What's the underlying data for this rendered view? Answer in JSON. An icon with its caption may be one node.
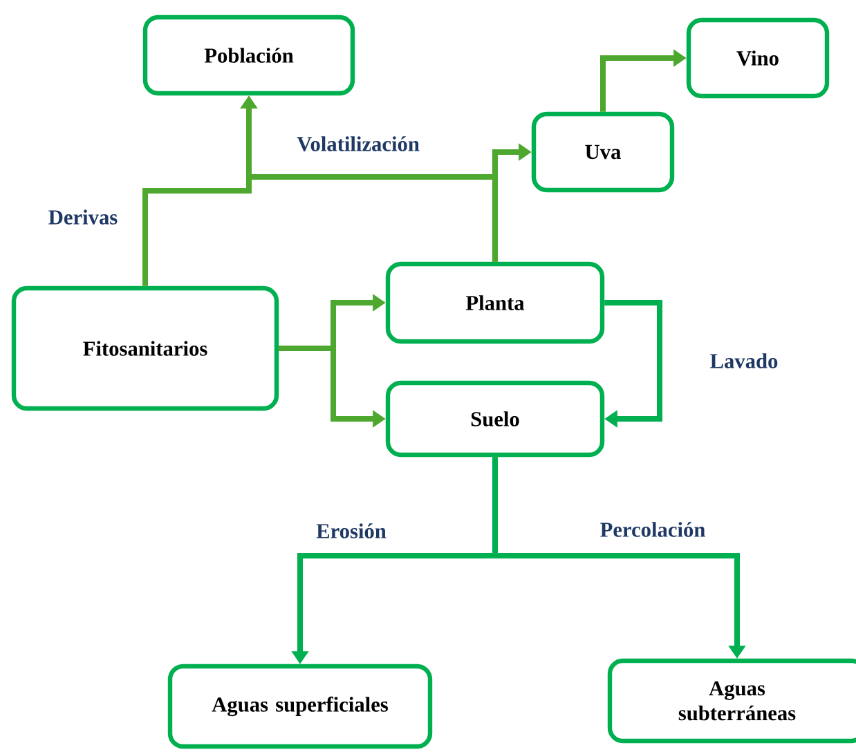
{
  "diagram": {
    "nodes": [
      {
        "text": [
          "Población"
        ]
      },
      {
        "text": [
          "Vino"
        ]
      },
      {
        "text": [
          "Uva"
        ]
      },
      {
        "text": [
          "Fitosanitarios"
        ]
      },
      {
        "text": [
          "Planta"
        ]
      },
      {
        "text": [
          "Suelo"
        ]
      },
      {
        "text": [
          "Aguas superficiales"
        ]
      },
      {
        "text": [
          "Aguas subterráneas"
        ]
      }
    ],
    "edges": [
      {
        "from": 3,
        "to": 0,
        "arrow": "to",
        "label": "Derivas"
      },
      {
        "from": 4,
        "to": 0,
        "arrow": "to",
        "label": "Volatilización"
      },
      {
        "from": 4,
        "to": 2,
        "arrow": "to"
      },
      {
        "from": 2,
        "to": 1,
        "arrow": "to"
      },
      {
        "from": 3,
        "to": 4,
        "arrow": "to"
      },
      {
        "from": 3,
        "to": 5,
        "arrow": "to"
      },
      {
        "from": 4,
        "to": 5,
        "arrow": "to",
        "label": "Lavado",
        "color": "#00b050"
      },
      {
        "from": 5,
        "to": 6,
        "arrow": "to",
        "label": "Erosión",
        "color": "#00b050"
      },
      {
        "from": 5,
        "to": 7,
        "arrow": "to",
        "label": "Percolación",
        "color": "#00b050"
      }
    ]
  }
}
